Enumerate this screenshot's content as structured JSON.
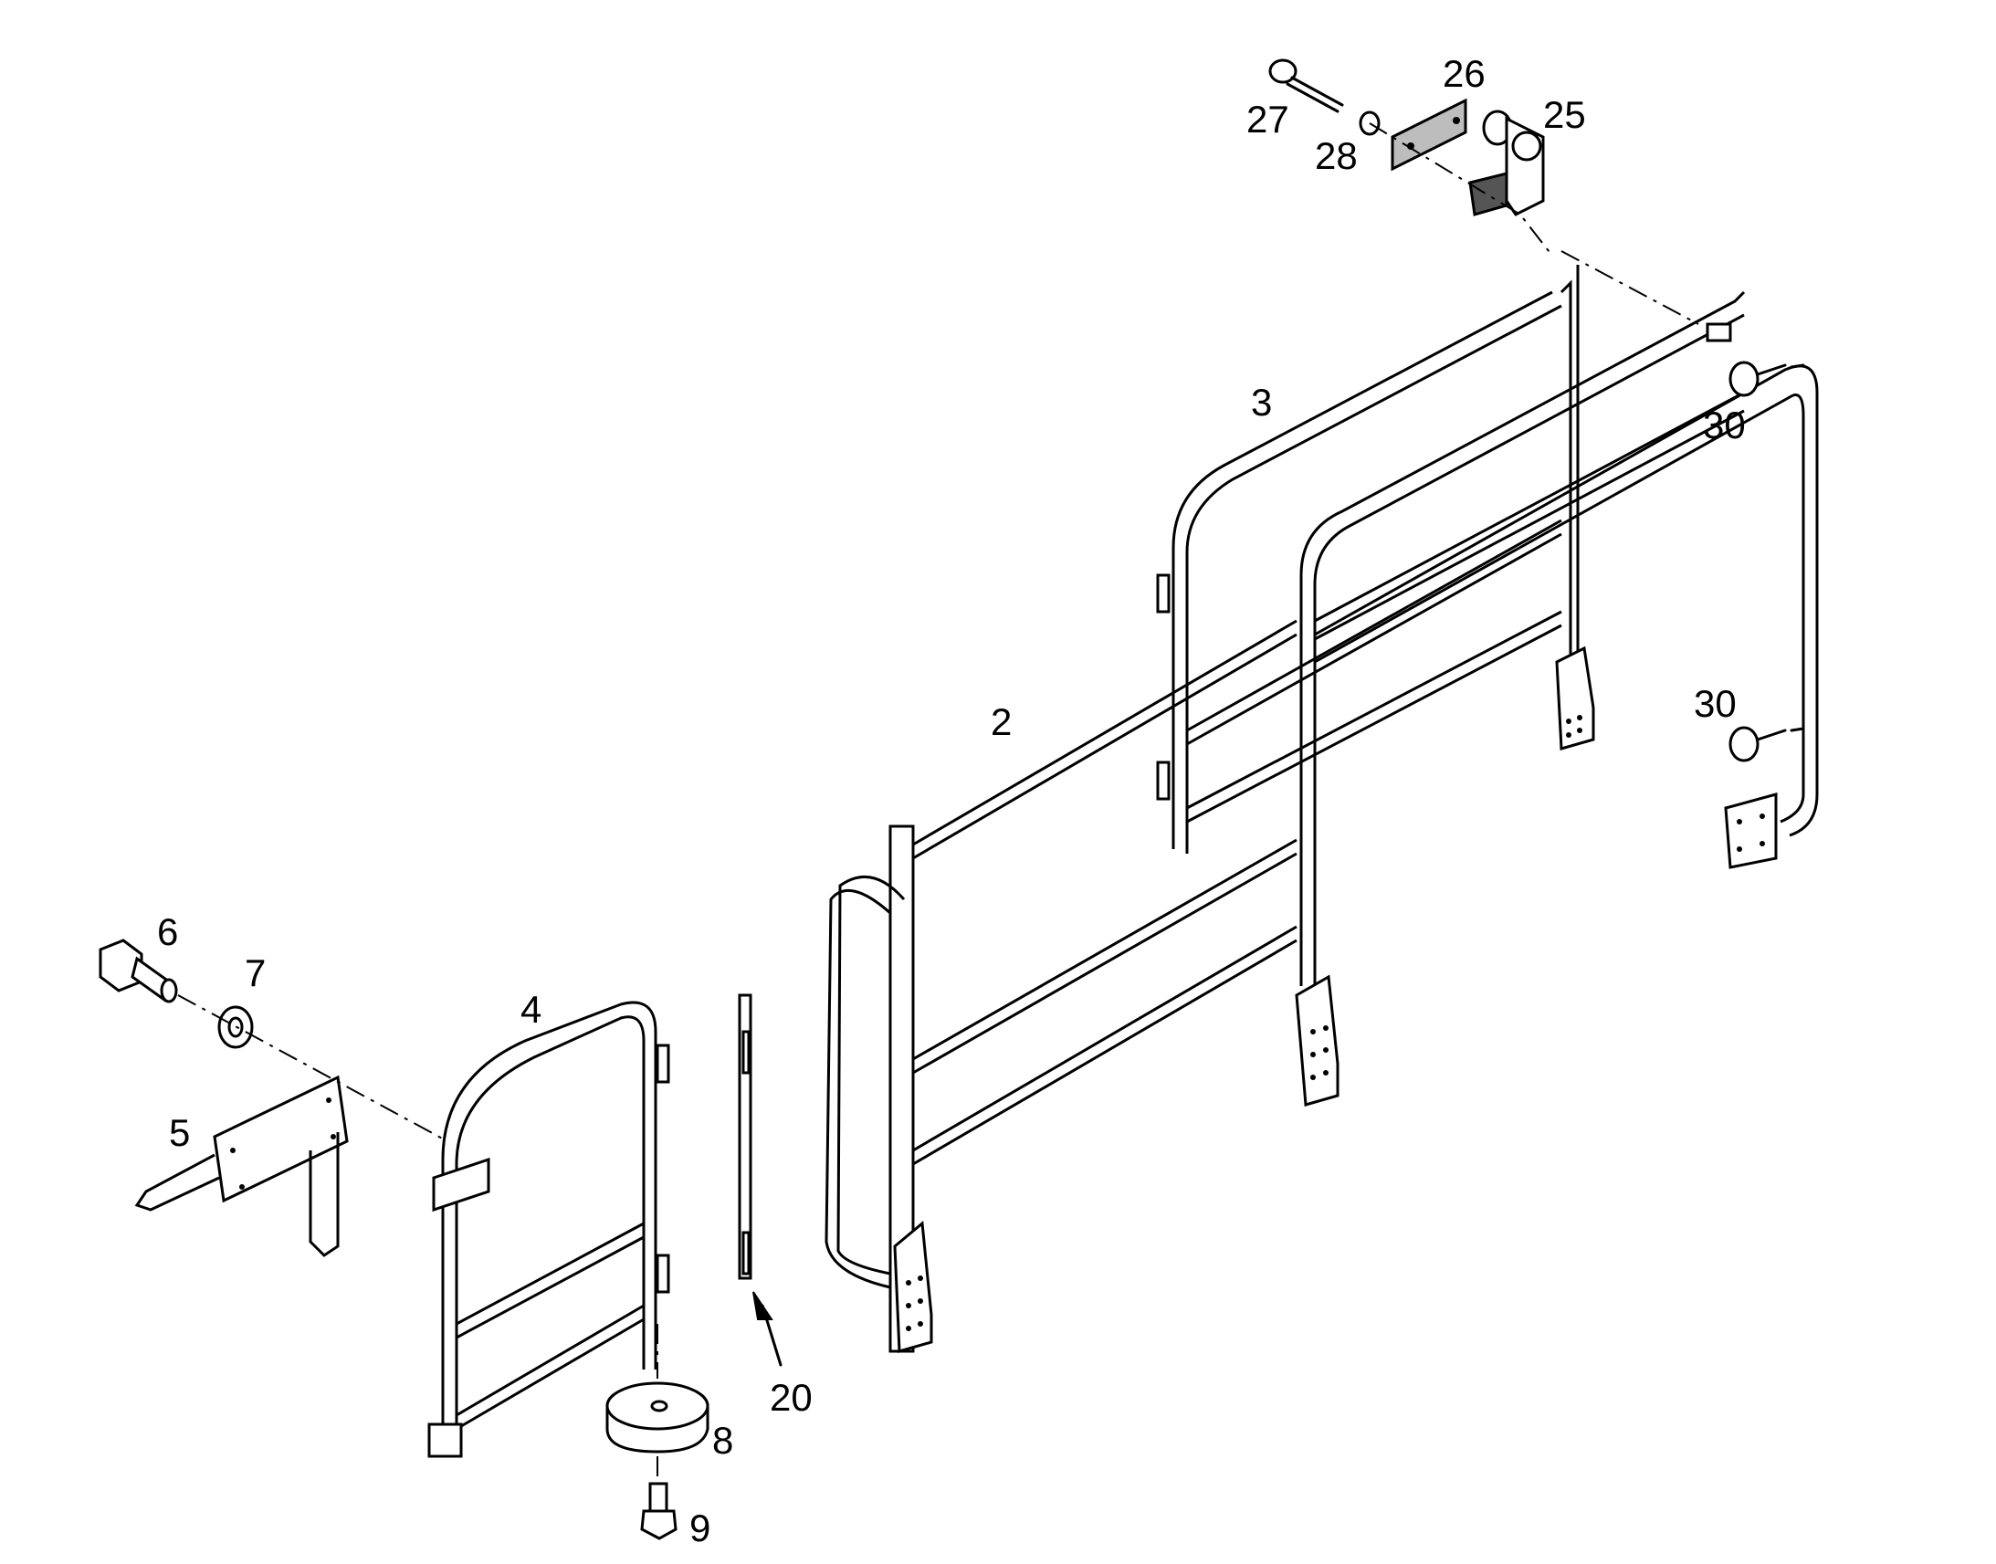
{
  "callouts": {
    "c2": "2",
    "c3": "3",
    "c4": "4",
    "c5": "5",
    "c6": "6",
    "c7": "7",
    "c8": "8",
    "c9": "9",
    "c20": "20",
    "c25": "25",
    "c26": "26",
    "c27": "27",
    "c28": "28",
    "c30a": "30",
    "c30b": "30"
  },
  "colors": {
    "line": "#000000",
    "background": "#ffffff"
  }
}
